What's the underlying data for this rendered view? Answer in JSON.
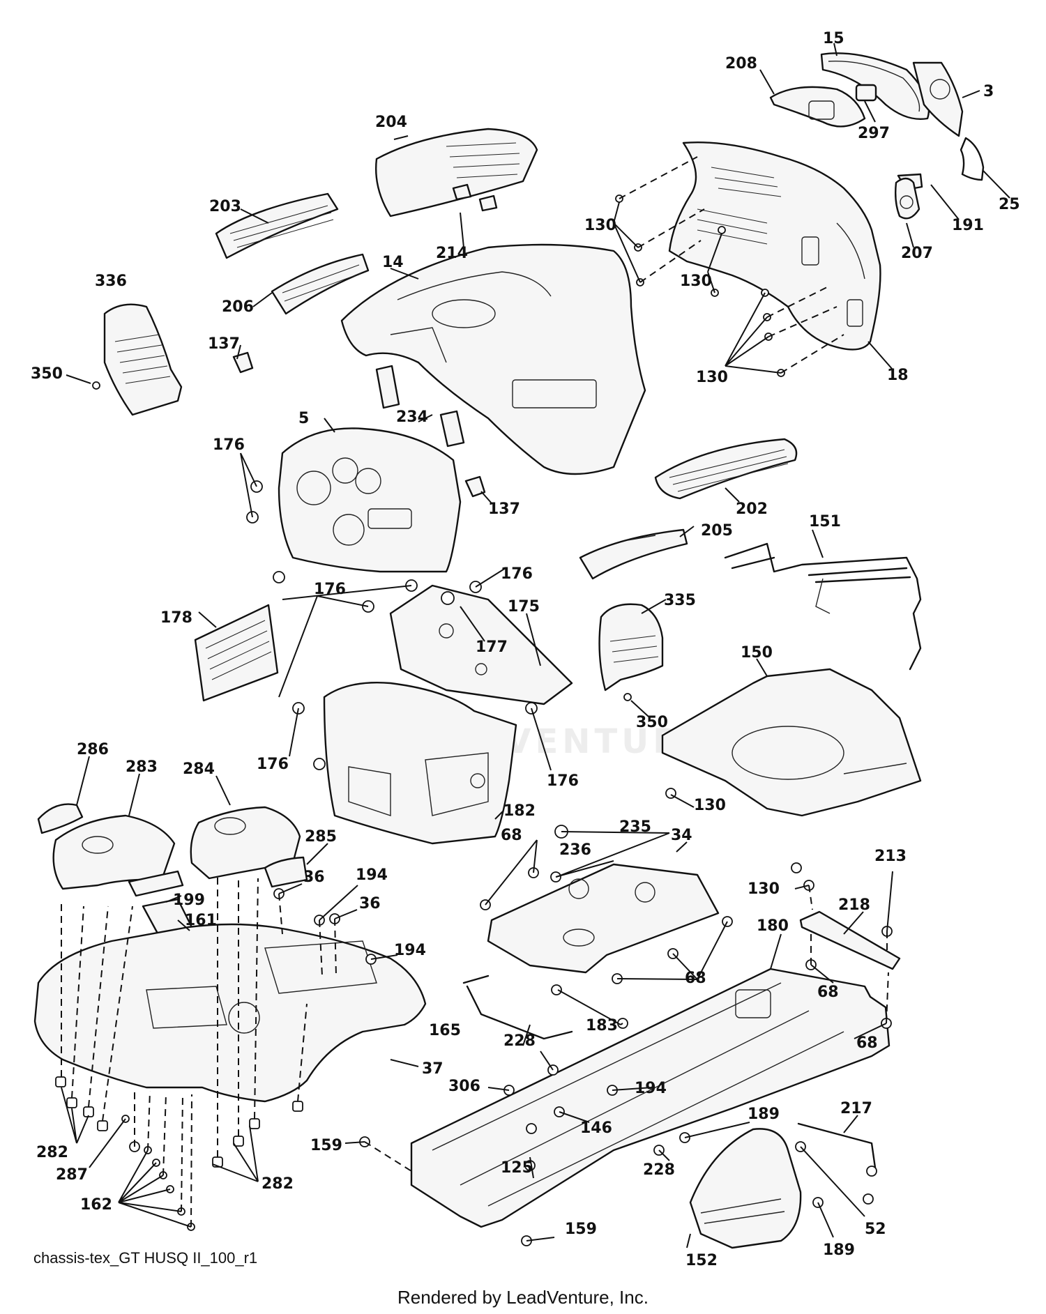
{
  "diagram": {
    "footer_code": "chassis-tex_GT HUSQ II_100_r1",
    "credit": "Rendered by LeadVenture, Inc.",
    "watermark": "LEADVENTURE"
  },
  "callouts": [
    {
      "id": "c15",
      "label": "15"
    },
    {
      "id": "c208",
      "label": "208"
    },
    {
      "id": "c3",
      "label": "3"
    },
    {
      "id": "c297",
      "label": "297"
    },
    {
      "id": "c204",
      "label": "204"
    },
    {
      "id": "c25",
      "label": "25"
    },
    {
      "id": "c191",
      "label": "191"
    },
    {
      "id": "c203",
      "label": "203"
    },
    {
      "id": "c130a",
      "label": "130"
    },
    {
      "id": "c207",
      "label": "207"
    },
    {
      "id": "c214",
      "label": "214"
    },
    {
      "id": "c336",
      "label": "336"
    },
    {
      "id": "c14",
      "label": "14"
    },
    {
      "id": "c130b",
      "label": "130"
    },
    {
      "id": "c206",
      "label": "206"
    },
    {
      "id": "c137a",
      "label": "137"
    },
    {
      "id": "c350a",
      "label": "350"
    },
    {
      "id": "c130c",
      "label": "130"
    },
    {
      "id": "c18",
      "label": "18"
    },
    {
      "id": "c234",
      "label": "234"
    },
    {
      "id": "c5",
      "label": "5"
    },
    {
      "id": "c176a",
      "label": "176"
    },
    {
      "id": "c137b",
      "label": "137"
    },
    {
      "id": "c202",
      "label": "202"
    },
    {
      "id": "c151",
      "label": "151"
    },
    {
      "id": "c205",
      "label": "205"
    },
    {
      "id": "c176b",
      "label": "176"
    },
    {
      "id": "c176c",
      "label": "176"
    },
    {
      "id": "c335",
      "label": "335"
    },
    {
      "id": "c175",
      "label": "175"
    },
    {
      "id": "c178",
      "label": "178"
    },
    {
      "id": "c177",
      "label": "177"
    },
    {
      "id": "c150",
      "label": "150"
    },
    {
      "id": "c350b",
      "label": "350"
    },
    {
      "id": "c286",
      "label": "286"
    },
    {
      "id": "c176d",
      "label": "176"
    },
    {
      "id": "c176e",
      "label": "176"
    },
    {
      "id": "c283",
      "label": "283"
    },
    {
      "id": "c284",
      "label": "284"
    },
    {
      "id": "c130d",
      "label": "130"
    },
    {
      "id": "c182",
      "label": "182"
    },
    {
      "id": "c235",
      "label": "235"
    },
    {
      "id": "c68a",
      "label": "68"
    },
    {
      "id": "c34",
      "label": "34"
    },
    {
      "id": "c285",
      "label": "285"
    },
    {
      "id": "c236",
      "label": "236"
    },
    {
      "id": "c213",
      "label": "213"
    },
    {
      "id": "c36a",
      "label": "36"
    },
    {
      "id": "c194a",
      "label": "194"
    },
    {
      "id": "c130e",
      "label": "130"
    },
    {
      "id": "c199",
      "label": "199"
    },
    {
      "id": "c36b",
      "label": "36"
    },
    {
      "id": "c218",
      "label": "218"
    },
    {
      "id": "c161",
      "label": "161"
    },
    {
      "id": "c180",
      "label": "180"
    },
    {
      "id": "c194b",
      "label": "194"
    },
    {
      "id": "c68b",
      "label": "68"
    },
    {
      "id": "c68c",
      "label": "68"
    },
    {
      "id": "c183",
      "label": "183"
    },
    {
      "id": "c165",
      "label": "165"
    },
    {
      "id": "c228a",
      "label": "228"
    },
    {
      "id": "c68d",
      "label": "68"
    },
    {
      "id": "c37",
      "label": "37"
    },
    {
      "id": "c306",
      "label": "306"
    },
    {
      "id": "c194c",
      "label": "194"
    },
    {
      "id": "c146",
      "label": "146"
    },
    {
      "id": "c217",
      "label": "217"
    },
    {
      "id": "c282a",
      "label": "282"
    },
    {
      "id": "c189a",
      "label": "189"
    },
    {
      "id": "c159a",
      "label": "159"
    },
    {
      "id": "c287",
      "label": "287"
    },
    {
      "id": "c125",
      "label": "125"
    },
    {
      "id": "c228b",
      "label": "228"
    },
    {
      "id": "c282b",
      "label": "282"
    },
    {
      "id": "c162",
      "label": "162"
    },
    {
      "id": "c52",
      "label": "52"
    },
    {
      "id": "c159b",
      "label": "159"
    },
    {
      "id": "c189b",
      "label": "189"
    },
    {
      "id": "c152",
      "label": "152"
    }
  ]
}
